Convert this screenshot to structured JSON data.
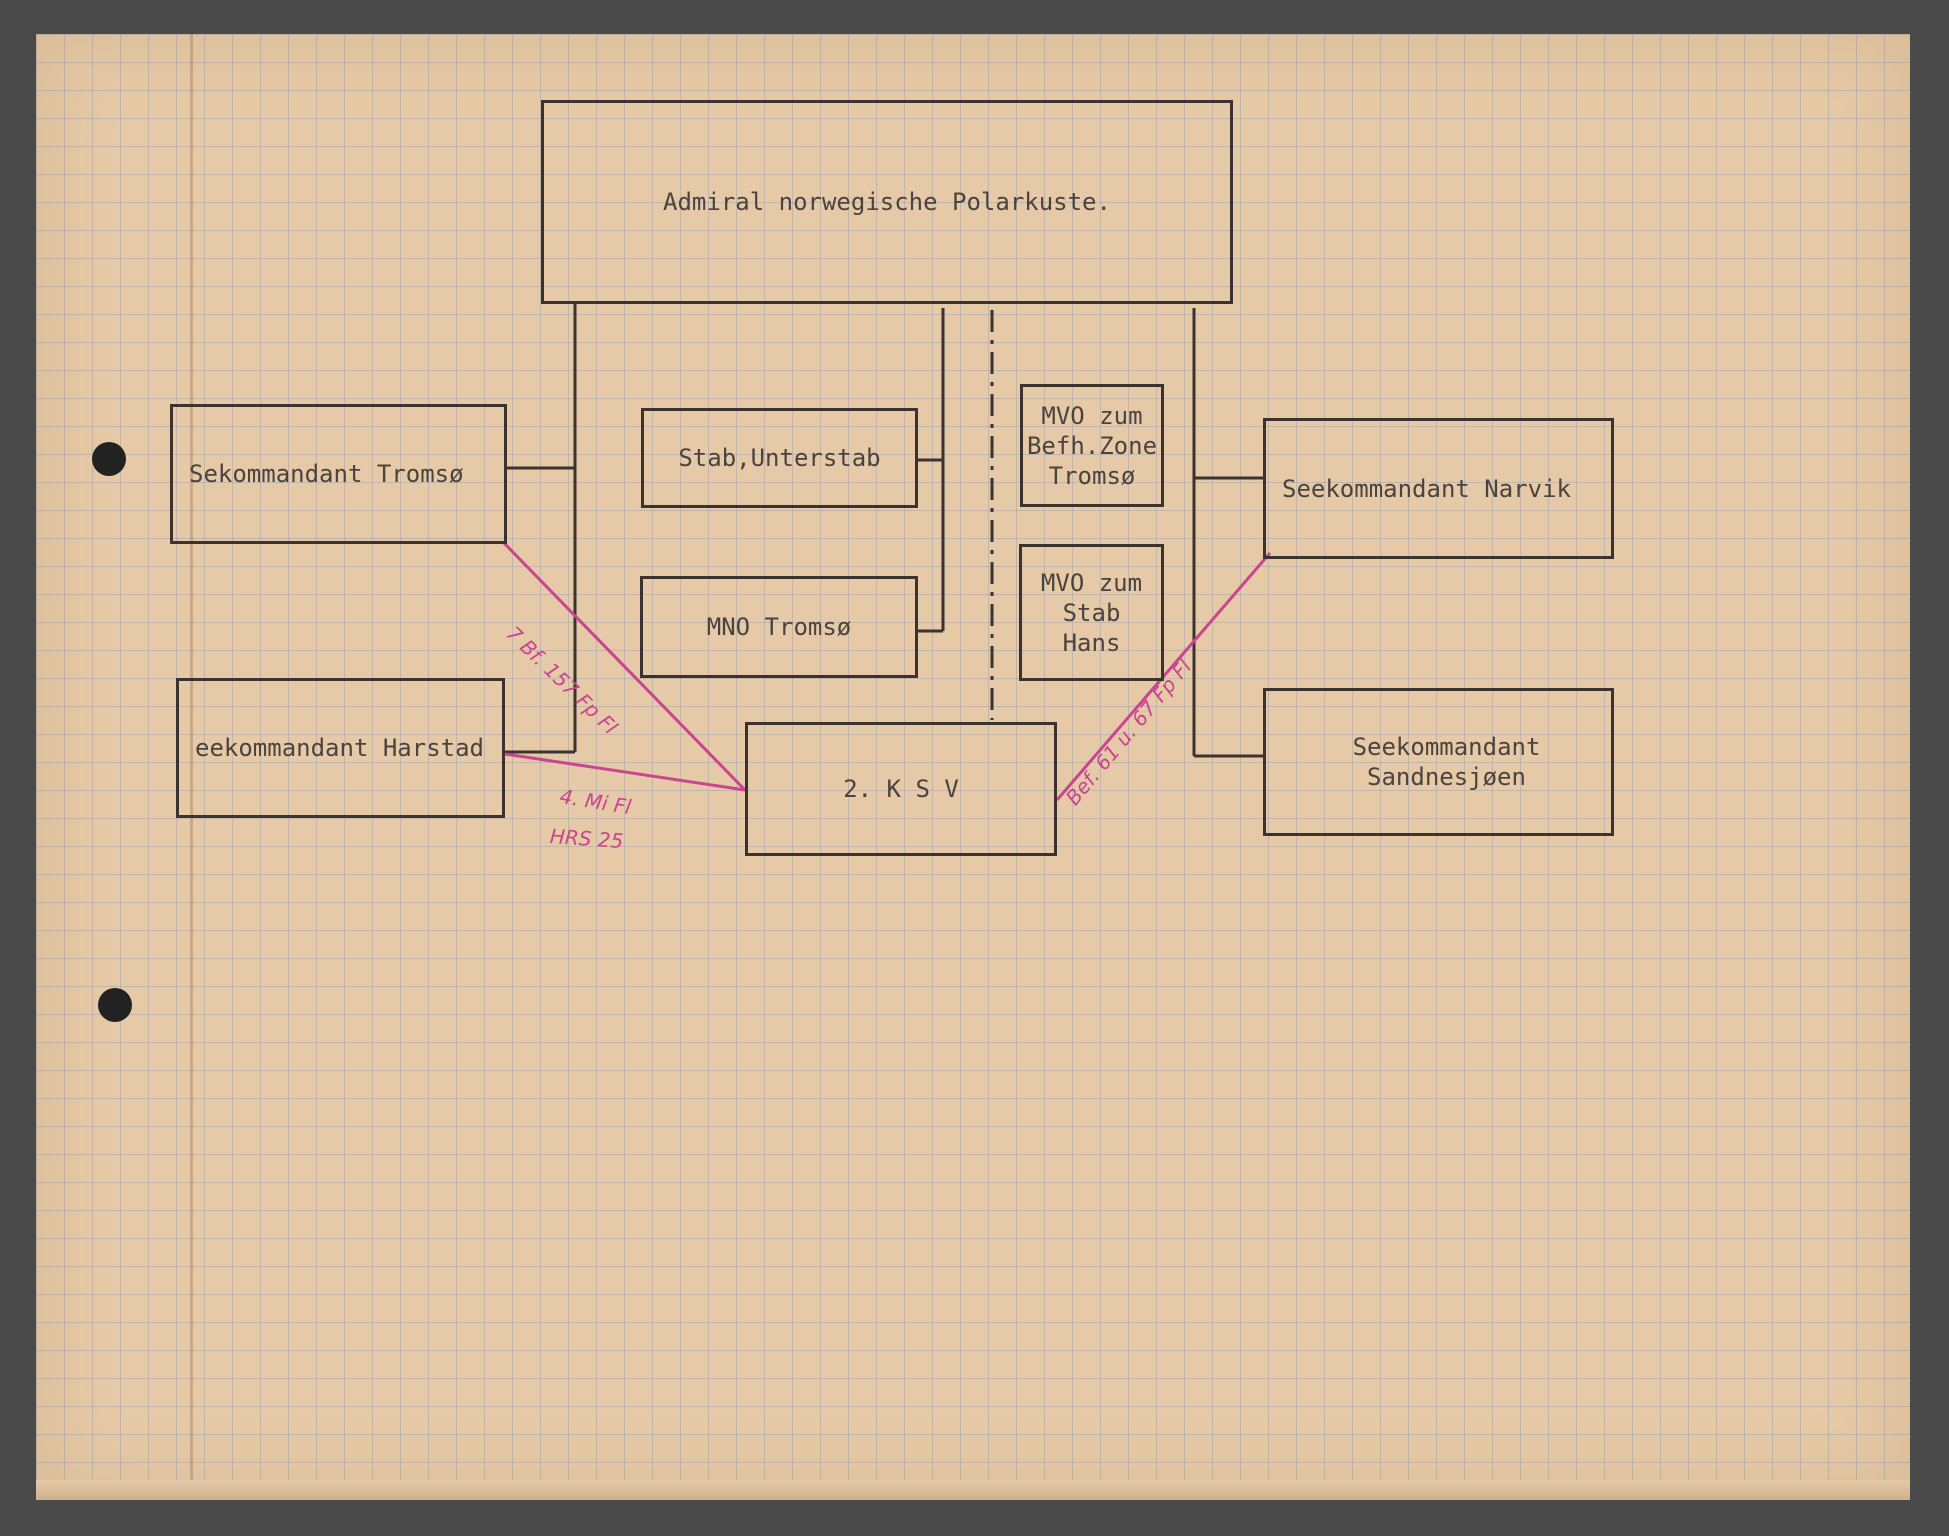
{
  "diagram": {
    "nodes": {
      "admiral": "Admiral norwegische Polarkuste.",
      "sek_tromso": "Sekommandant Tromsø",
      "stab": "Stab,Unterstab",
      "mno": "MNO Tromsø",
      "mvo_zone": "MVO zum\nBefh.Zone\nTromsø",
      "mvo_stab": "MVO zum\nStab\nHans",
      "sek_narvik": "Seekommandant Narvik",
      "sek_harstad": "eekommandant Harstad",
      "sek_sandnessjoen": "Seekommandant Sandnesjøen",
      "ksv": "2. K S V"
    },
    "annotations": {
      "tromso_link": "7 Bf. 157 Fp Fl",
      "harstad_link_1": "4. Mi Fl",
      "harstad_link_2": "HRS 25",
      "narvik_link": "Bef. 61 u. 67 Fp Fl"
    },
    "colors": {
      "ink": "#3a3330",
      "paper": "#e6c9a6",
      "grid": "#7f8caf",
      "annotation_pen": "#c9458f"
    }
  }
}
